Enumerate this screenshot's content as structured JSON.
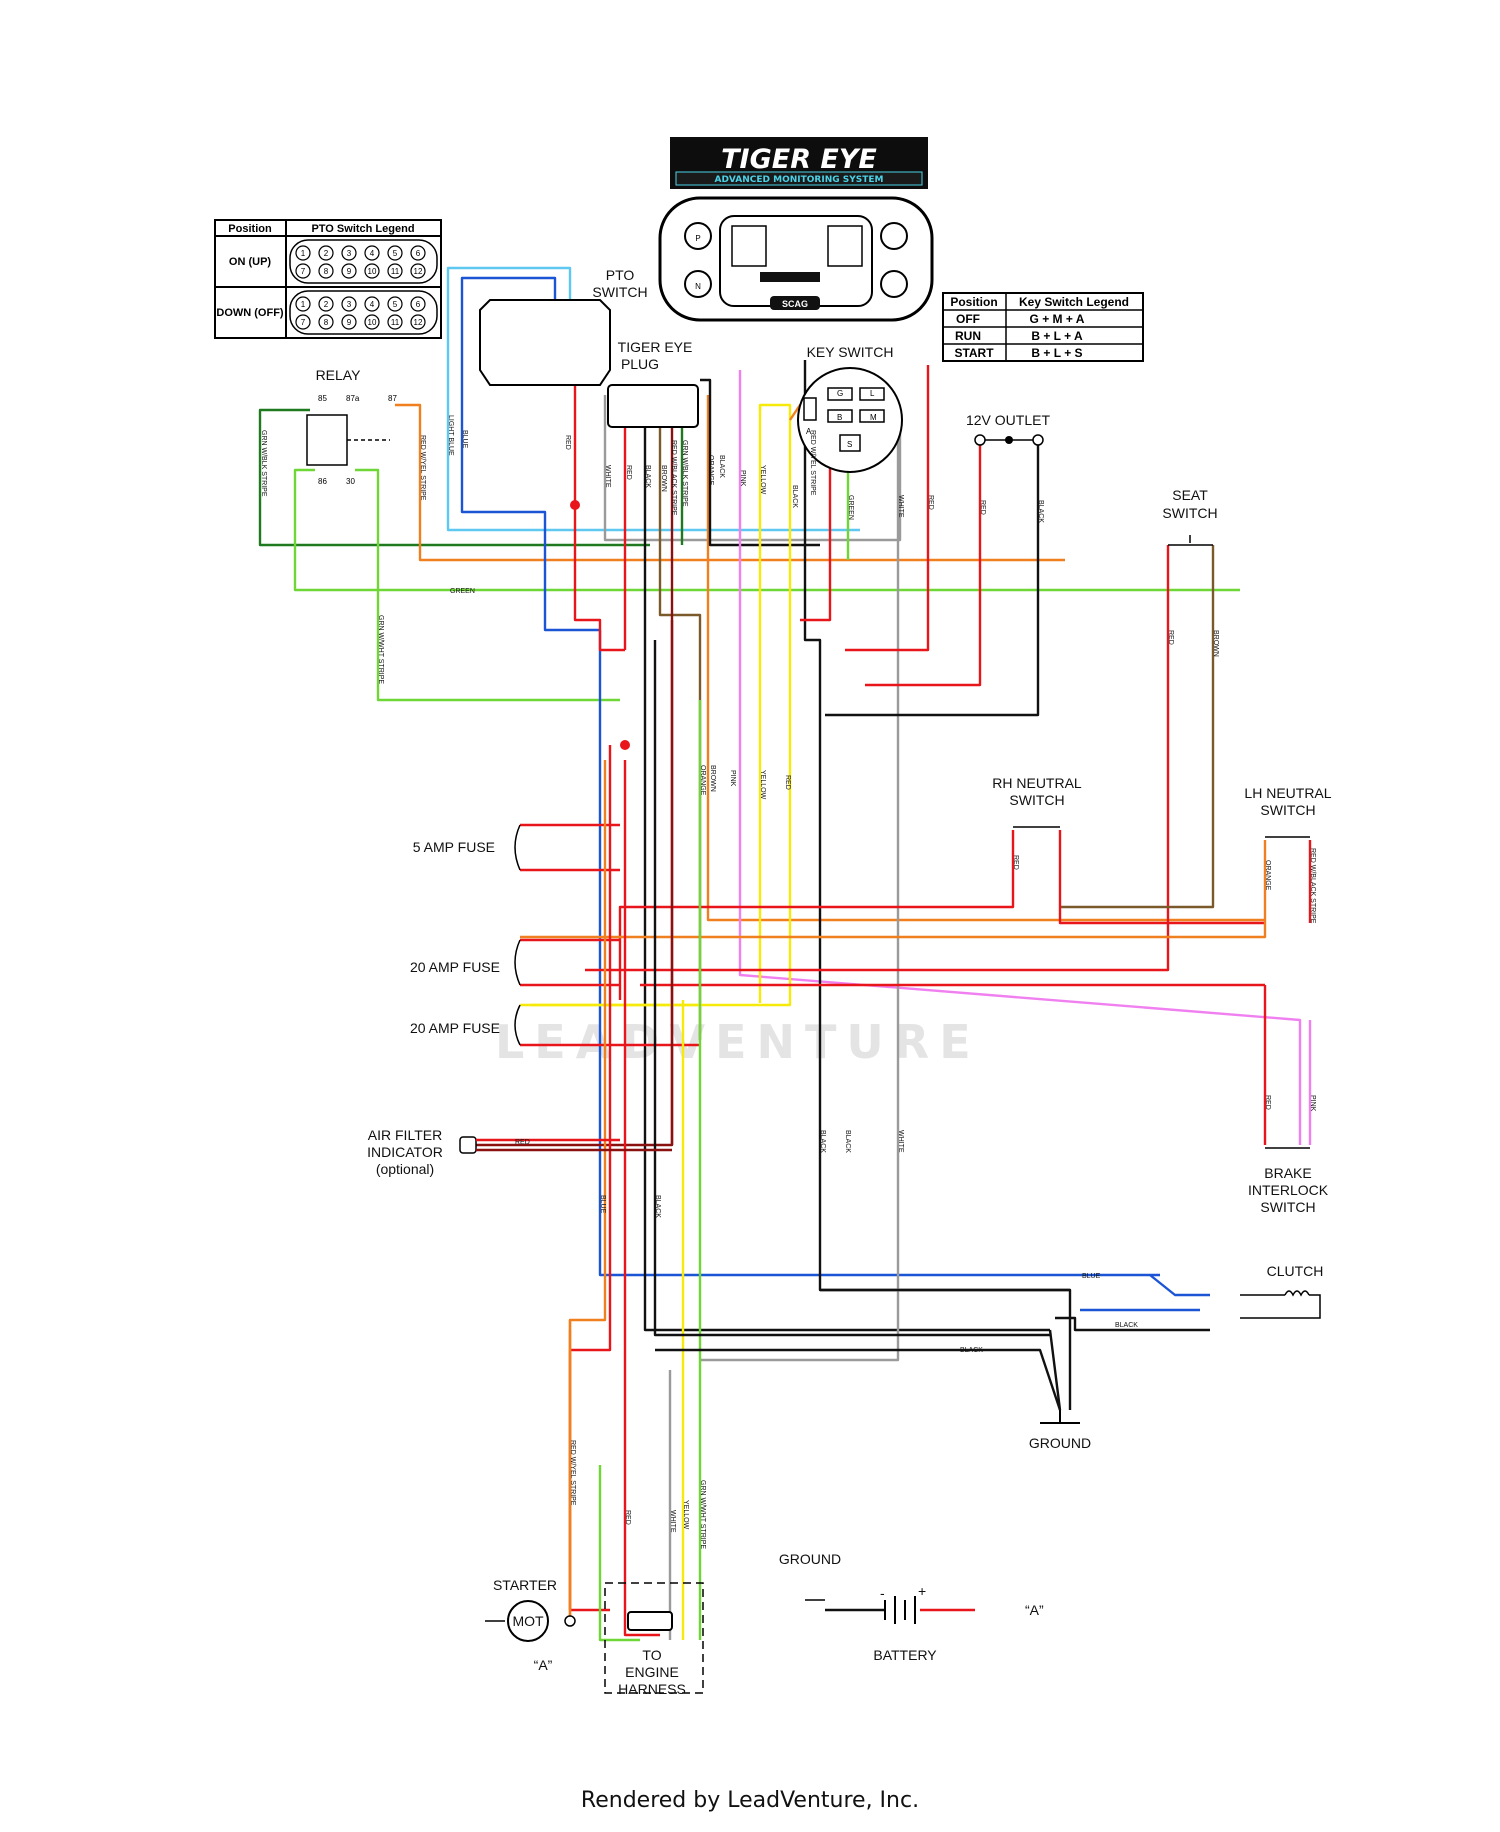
{
  "header": {
    "logo_title": "TIGER EYE",
    "logo_subtitle": "ADVANCED MONITORING SYSTEM",
    "display_brand": "SCAG"
  },
  "pto_legend": {
    "headers": [
      "Position",
      "PTO Switch Legend"
    ],
    "rows": [
      {
        "position": "ON (UP)",
        "pins_top": [
          "1",
          "2",
          "3",
          "4",
          "5",
          "6"
        ],
        "pins_bottom": [
          "7",
          "8",
          "9",
          "10",
          "11",
          "12"
        ]
      },
      {
        "position": "DOWN (OFF)",
        "pins_top": [
          "1",
          "2",
          "3",
          "4",
          "5",
          "6"
        ],
        "pins_bottom": [
          "7",
          "8",
          "9",
          "10",
          "11",
          "12"
        ]
      }
    ]
  },
  "key_legend": {
    "headers": [
      "Position",
      "Key Switch Legend"
    ],
    "rows": [
      {
        "position": "OFF",
        "value": "G + M + A"
      },
      {
        "position": "RUN",
        "value": "B + L + A"
      },
      {
        "position": "START",
        "value": "B + L + S"
      }
    ]
  },
  "components": {
    "relay": "RELAY",
    "relay_pins": [
      "85",
      "87a",
      "87",
      "86",
      "30"
    ],
    "pto_switch": [
      "PTO",
      "SWITCH"
    ],
    "tiger_eye_plug": [
      "TIGER EYE",
      "PLUG"
    ],
    "key_switch": "KEY SWITCH",
    "key_terminals": [
      "A",
      "G",
      "L",
      "B",
      "M",
      "S"
    ],
    "outlet": "12V OUTLET",
    "seat_switch": [
      "SEAT",
      "SWITCH"
    ],
    "rh_neutral": [
      "RH NEUTRAL",
      "SWITCH"
    ],
    "lh_neutral": [
      "LH NEUTRAL",
      "SWITCH"
    ],
    "fuse_5": "5 AMP FUSE",
    "fuse_20a": "20 AMP FUSE",
    "fuse_20b": "20 AMP FUSE",
    "air_filter": [
      "AIR FILTER",
      "INDICATOR",
      "(optional)"
    ],
    "brake": [
      "BRAKE",
      "INTERLOCK",
      "SWITCH"
    ],
    "clutch": "CLUTCH",
    "ground_main": "GROUND",
    "starter": "STARTER",
    "motor": "MOT",
    "ref_a": "“A”",
    "engine_harness": [
      "TO",
      "ENGINE",
      "HARNESS"
    ],
    "ground_battery": "GROUND",
    "battery": "BATTERY",
    "battery_plus": "+",
    "battery_minus": "-"
  },
  "wire_labels": {
    "grn_blk_stripe": "GRN W/BLK STRIPE",
    "red_yel_stripe": "RED W/YEL STRIPE",
    "light_blue": "LIGHT BLUE",
    "blue": "BLUE",
    "red": "RED",
    "white": "WHITE",
    "black": "BLACK",
    "brown": "BROWN",
    "grn_blk_stripe_b": "GRN W/BLK STRIPE",
    "red_blk_stripe": "RED W/BLACK STRIPE",
    "orange": "ORANGE",
    "pink": "PINK",
    "yellow": "YELLOW",
    "green": "GREEN",
    "grn_wht_stripe": "GRN W/WHT STRIPE",
    "red_yel_stripe_b": "RED W/YEL STRIPE",
    "red_blk_stripe_b": "RED W/BLACK STRIPE"
  },
  "colors": {
    "red": "#e8161b",
    "dark_red": "#8b1010",
    "orange": "#f07f1f",
    "yellow": "#f5ea0a",
    "green": "#6ed636",
    "dark_green": "#1f7a1f",
    "blue": "#1b55d6",
    "light_blue": "#5ec8f0",
    "pink": "#f080f0",
    "brown": "#7a5a2a",
    "black": "#111111",
    "white_wire": "#9a9a9a"
  },
  "watermark": "LEADVENTURE",
  "footer": "Rendered by LeadVenture, Inc."
}
